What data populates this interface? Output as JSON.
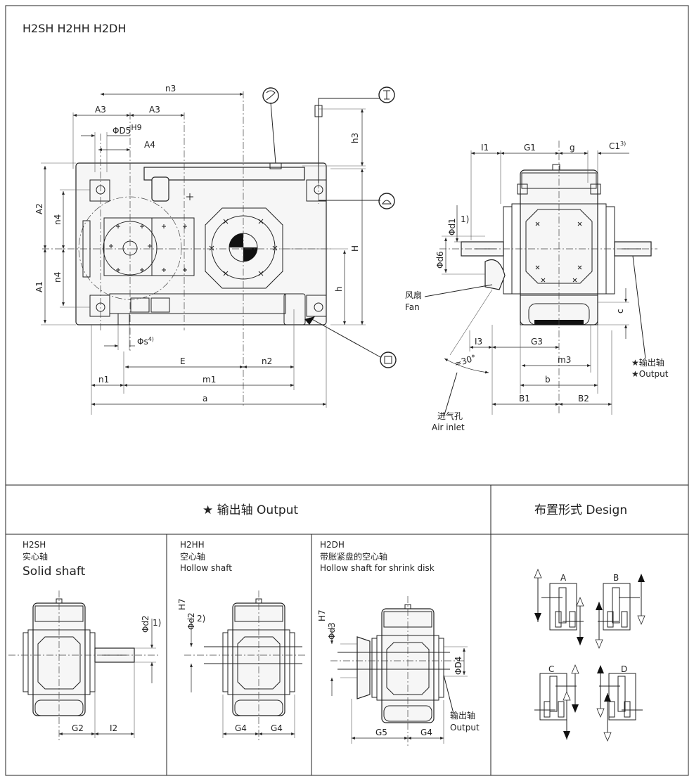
{
  "title": "H2SH  H2HH  H2DH",
  "dims_front": {
    "n3": "n3",
    "A3a": "A3",
    "A3b": "A3",
    "D5": "ΦD5",
    "D5sup": "H9",
    "A4": "A4",
    "h3": "h3",
    "A2": "A2",
    "n4a": "n4",
    "n4b": "n4",
    "A1": "A1",
    "H": "H",
    "h": "h",
    "s": "Φs",
    "ssup": "4)",
    "E": "E",
    "n2": "n2",
    "n1": "n1",
    "m1": "m1",
    "a": "a"
  },
  "dims_side": {
    "I1": "I1",
    "G1": "G1",
    "g": "g",
    "C1": "C1",
    "C1sup": "3)",
    "d1": "Φd1",
    "d1note": "1)",
    "d6": "Φd6",
    "fan_cn": "风扇",
    "fan_en": "Fan",
    "I3": "I3",
    "G3": "G3",
    "c": "c",
    "m3": "m3",
    "b": "b",
    "angle": "≈30°",
    "B1": "B1",
    "B2": "B2",
    "out_cn": "★输出轴",
    "out_en": "★Output",
    "air_cn": "进气孔",
    "air_en": "Air inlet"
  },
  "table": {
    "output_header": "★ 输出轴 Output",
    "design_header": "布置形式 Design",
    "col1": {
      "code": "H2SH",
      "cn": "实心轴",
      "en": "Solid shaft",
      "d2": "Φd2",
      "d2note": "1)",
      "G2": "G2",
      "I2": "I2"
    },
    "col2": {
      "code": "H2HH",
      "cn": "空心轴",
      "en": "Hollow shaft",
      "H7": "H7",
      "d2": "Φd2",
      "d2note": "2)",
      "G4a": "G4",
      "G4b": "G4"
    },
    "col3": {
      "code": "H2DH",
      "cn": "带胀紧盘的空心轴",
      "en": "Hollow shaft for shrink disk",
      "H7": "H7",
      "d3": "Φd3",
      "D4": "ΦD4",
      "out_cn": "输出轴",
      "out_en": "Output",
      "G5": "G5",
      "G4": "G4"
    },
    "designs": [
      "A",
      "B",
      "C",
      "D"
    ]
  }
}
